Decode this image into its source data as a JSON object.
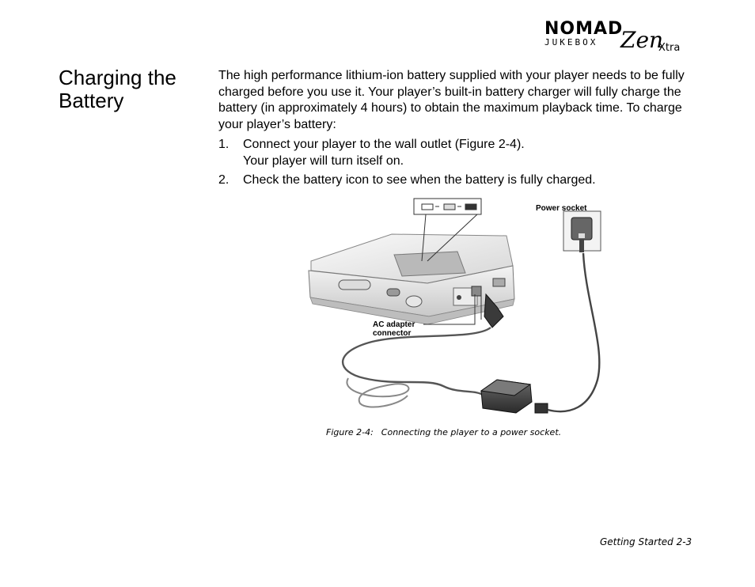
{
  "logo": {
    "line1": "NOMAD",
    "line2": "JUKEBOX",
    "zen": "Zen",
    "xtra": "Xtra"
  },
  "heading": "Charging the Battery",
  "intro": "The high performance lithium-ion battery supplied with your player needs to be fully charged before you use it. Your player’s built-in battery charger will fully charge the battery (in approximately 4 hours) to obtain the maximum playback time. To charge your player’s battery:",
  "steps": [
    {
      "number": "1.",
      "text": "Connect your player to the wall outlet (Figure 2-4).",
      "sub": "Your player will turn itself on."
    },
    {
      "number": "2.",
      "text": "Check the battery icon to see when the battery is fully charged.",
      "sub": ""
    }
  ],
  "figure": {
    "label_power_socket": "Power socket",
    "label_ac_line1": "AC adapter",
    "label_ac_line2": "connector",
    "caption_label": "Figure 2-4:",
    "caption_text": "Connecting the player to a power socket."
  },
  "footer": "Getting Started 2-3"
}
